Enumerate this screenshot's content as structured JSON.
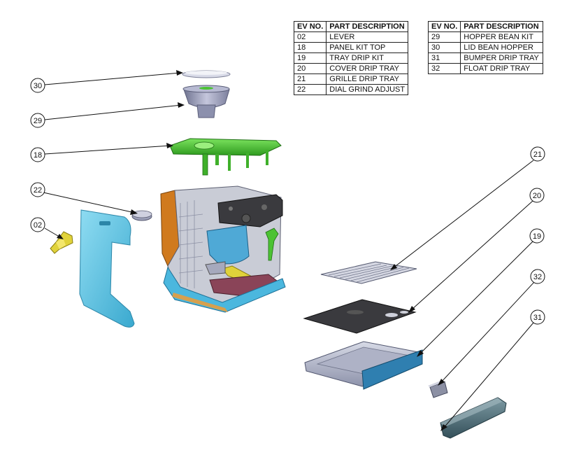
{
  "tables": [
    {
      "headers": [
        "EV NO.",
        "PART DESCRIPTION"
      ],
      "rows": [
        [
          "02",
          "LEVER"
        ],
        [
          "18",
          "PANEL KIT TOP"
        ],
        [
          "19",
          "TRAY DRIP KIT"
        ],
        [
          "20",
          "COVER DRIP TRAY"
        ],
        [
          "21",
          "GRILLE DRIP TRAY"
        ],
        [
          "22",
          "DIAL GRIND ADJUST"
        ]
      ]
    },
    {
      "headers": [
        "EV NO.",
        "PART DESCRIPTION"
      ],
      "rows": [
        [
          "29",
          "HOPPER BEAN KIT"
        ],
        [
          "30",
          "LID BEAN HOPPER"
        ],
        [
          "31",
          "BUMPER  DRIP TRAY"
        ],
        [
          "32",
          "FLOAT DRIP TRAY"
        ]
      ]
    }
  ],
  "callouts": {
    "c30": "30",
    "c29": "29",
    "c18": "18",
    "c22": "22",
    "c02": "02",
    "c21": "21",
    "c20": "20",
    "c19": "19",
    "c32": "32",
    "c31": "31"
  },
  "colors": {
    "panel_green": "#4cc234",
    "body_blue": "#5ec6e6",
    "lever_yellow": "#e0d23a",
    "hopper_grey": "#9a9db8",
    "frame_grey": "#c9ccd6",
    "dark_cover": "#3a3a3e",
    "tray_blue": "#2f7fb0",
    "bumper_slate": "#4f6e78",
    "orange_side": "#d07a1e"
  }
}
